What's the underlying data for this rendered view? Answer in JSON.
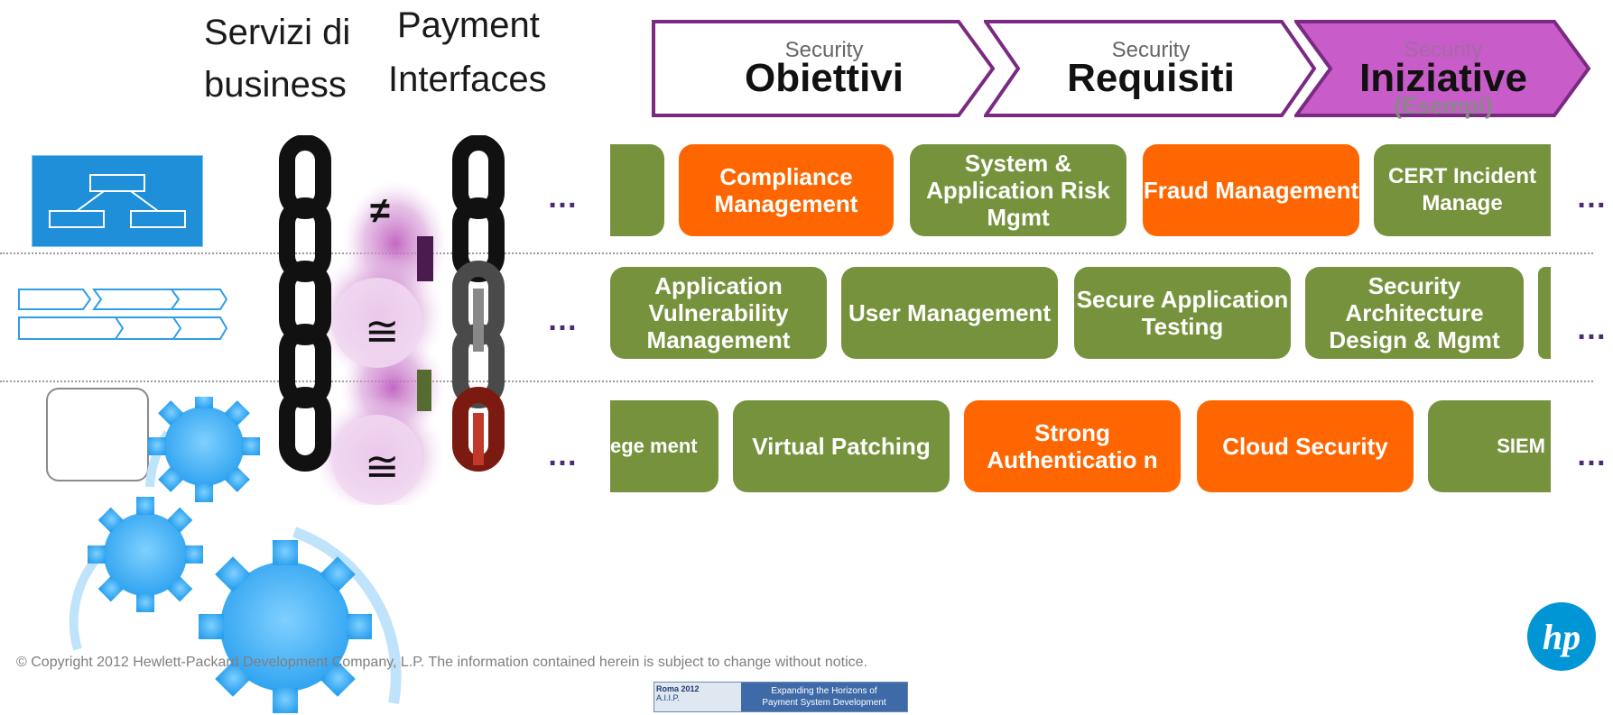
{
  "header": {
    "col1": {
      "line1": "Servizi di",
      "line2": "business"
    },
    "col2": {
      "line1": "Payment",
      "line2": "Interfaces"
    }
  },
  "chevrons": [
    {
      "small": "Security",
      "big": "Obiettivi",
      "sub": ""
    },
    {
      "small": "Security",
      "big": "Requisiti",
      "sub": ""
    },
    {
      "small": "Security",
      "big": "Iniziative",
      "sub": "(Esempi)"
    }
  ],
  "rows": [
    {
      "boxes": [
        {
          "label": "",
          "color": "green"
        },
        {
          "label": "Compliance Management",
          "color": "orange"
        },
        {
          "label": "System & Application Risk Mgmt",
          "color": "green"
        },
        {
          "label": "Fraud Management",
          "color": "orange"
        },
        {
          "label": "CERT Incident Manage",
          "color": "green"
        }
      ]
    },
    {
      "boxes": [
        {
          "label": "Application Vulnerability Management",
          "color": "green"
        },
        {
          "label": "User Management",
          "color": "green"
        },
        {
          "label": "Secure Application Testing",
          "color": "green"
        },
        {
          "label": "Security Architecture Design & Mgmt",
          "color": "green"
        },
        {
          "label": "",
          "color": "green"
        }
      ]
    },
    {
      "boxes": [
        {
          "label": "ege ment",
          "color": "green"
        },
        {
          "label": "Virtual Patching",
          "color": "green"
        },
        {
          "label": "Strong Authenticatio n",
          "color": "orange"
        },
        {
          "label": "Cloud Security",
          "color": "orange"
        },
        {
          "label": "SIEM",
          "color": "green"
        }
      ]
    }
  ],
  "ellipsis": "…",
  "symbols": {
    "not_equal": "≠",
    "congruent": "≅"
  },
  "footer": "© Copyright 2012 Hewlett-Packard Development Company, L.P.  The information contained herein is subject to change without notice.",
  "banner": {
    "left_title": "Roma 2012",
    "left_sub": "A.I.I.P.",
    "right_line1": "Expanding the Horizons of",
    "right_line2": "Payment System Development"
  },
  "logo": "hp",
  "colors": {
    "green": "#76923c",
    "orange": "#ff6600",
    "chevron_active": "#c85cc9",
    "chevron_border": "#7a2a82",
    "icon_blue": "#3aa0e8"
  }
}
